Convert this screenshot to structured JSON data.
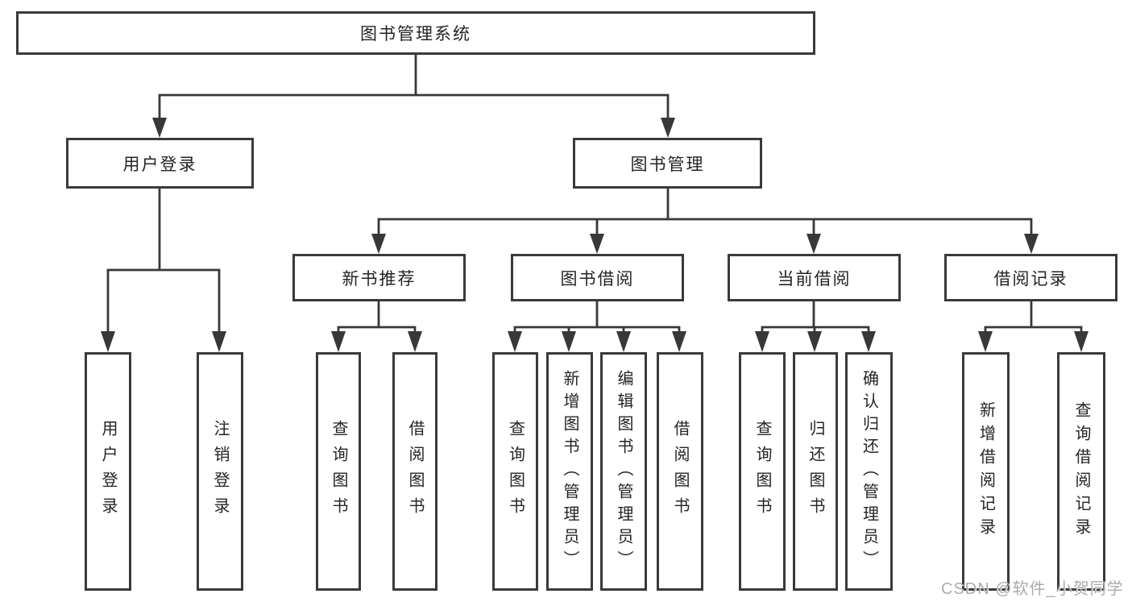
{
  "diagram_title": "图书管理系统",
  "colors": {
    "line": "#383838",
    "box_border": "#3a3a3a",
    "text": "#242424",
    "background": "#ffffff",
    "watermark": "#ababab"
  },
  "watermark": "CSDN @软件_小贺同学",
  "nodes": {
    "root": "图书管理系统",
    "user_login": "用户登录",
    "book_management": "图书管理",
    "new_book_recommend": "新书推荐",
    "book_borrowing": "图书借阅",
    "current_borrowing": "当前借阅",
    "borrowing_records": "借阅记录",
    "leaf_user_login": "用户登录",
    "leaf_logout": "注销登录",
    "leaf_query_books_a": "查询图书",
    "leaf_borrow_books_a": "借阅图书",
    "leaf_query_books_b": "查询图书",
    "leaf_add_books_admin": "新增图书（管理员）",
    "leaf_edit_books_admin": "编辑图书（管理员）",
    "leaf_borrow_books_b": "借阅图书",
    "leaf_query_books_c": "查询图书",
    "leaf_return_books": "归还图书",
    "leaf_confirm_return_admin": "确认归还（管理员）",
    "leaf_add_borrow_record": "新增借阅记录",
    "leaf_query_borrow_record": "查询借阅记录"
  }
}
